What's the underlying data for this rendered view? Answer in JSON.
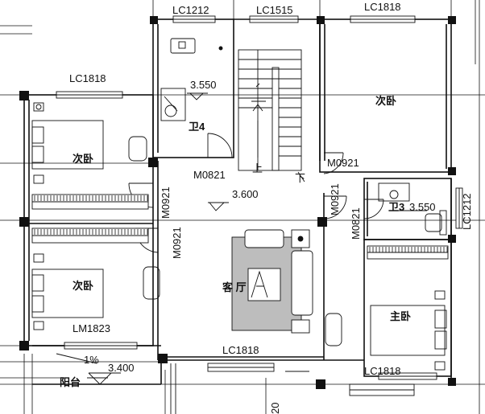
{
  "windows": {
    "lc1212_top": "LC1212",
    "lc1515_top": "LC1515",
    "lc1818_top_right": "LC1818",
    "lc1818_left": "LC1818",
    "lm1823": "LM1823",
    "lc1818_bottom_mid": "LC1818",
    "lc1818_bottom_right": "LC1818",
    "lc1212_right": "LC1212"
  },
  "doors": {
    "m0821_bath4": "M0821",
    "m0921_left_a": "M0921",
    "m0921_left_b": "M0921",
    "m0921_right_top": "M0921",
    "m0921_right": "M0921",
    "m0821_bath3": "M0821"
  },
  "rooms": {
    "bedroom_top_right": "次卧",
    "bedroom_left_top": "次卧",
    "bedroom_left_bottom": "次卧",
    "bath4": "卫4",
    "bath3": "卫3",
    "living": "客 厅",
    "master": "主卧",
    "balcony": "阳台"
  },
  "levels": {
    "bath4": "3.550",
    "hall": "3.600",
    "bath3": "3.550",
    "balcony": "3.400"
  },
  "stairs": {
    "up": "上",
    "down": "下"
  },
  "slope": "1%",
  "dim_fragment": "20",
  "colors": {
    "line": "#111111",
    "carpet": "#bdbdbd"
  }
}
